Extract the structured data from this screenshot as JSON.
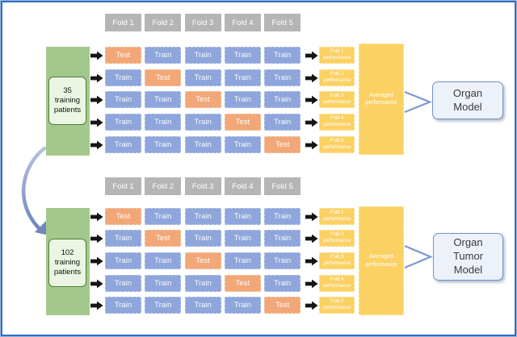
{
  "figure": {
    "description_colors": {
      "frame": "#2E70C5",
      "fold_header_bg": "#B5B5B5",
      "train_bg": "#8EA6DB",
      "test_bg": "#F2A778",
      "performance_bg": "#FBD163",
      "patients_outer_bg": "#A3C88C",
      "patients_inner_bg": "#EAF6E3",
      "patients_inner_border": "#507D33",
      "model_box_bg": "#EDF2FA",
      "model_box_border": "#7191CF",
      "connector_blue": "#7C9AD4",
      "curved_arrow": "#7186BB",
      "black_arrow": "#151515"
    }
  },
  "fold_headers": [
    "Fold 1",
    "Fold 2",
    "Fold 3",
    "Fold 4",
    "Fold 5"
  ],
  "blocks": [
    {
      "patients_label": "35\ntraining\npatients",
      "rows": [
        [
          "Test",
          "Train",
          "Train",
          "Train",
          "Train"
        ],
        [
          "Train",
          "Test",
          "Train",
          "Train",
          "Train"
        ],
        [
          "Train",
          "Train",
          "Test",
          "Train",
          "Train"
        ],
        [
          "Train",
          "Train",
          "Train",
          "Test",
          "Train"
        ],
        [
          "Train",
          "Train",
          "Train",
          "Train",
          "Test"
        ]
      ],
      "fold_performance": [
        "Fold 1\nperformance",
        "Fold 2\nperformance",
        "Fold 3\nperformance",
        "Fold 4\nperformance",
        "Fold 5\nperformance"
      ],
      "averaged_label": "Averaged\nperformance",
      "model_label": "Organ\nModel"
    },
    {
      "patients_label": "102\ntraining\npatients",
      "rows": [
        [
          "Test",
          "Train",
          "Train",
          "Train",
          "Train"
        ],
        [
          "Train",
          "Test",
          "Train",
          "Train",
          "Train"
        ],
        [
          "Train",
          "Train",
          "Test",
          "Train",
          "Train"
        ],
        [
          "Train",
          "Train",
          "Train",
          "Test",
          "Train"
        ],
        [
          "Train",
          "Train",
          "Train",
          "Train",
          "Test"
        ]
      ],
      "fold_performance": [
        "Fold 1\nperformance",
        "Fold 2\nperformance",
        "Fold 3\nperformance",
        "Fold 4\nperformance",
        "Fold 5\nperformance"
      ],
      "averaged_label": "Averaged\nperformance",
      "model_label": "Organ\nTumor\nModel"
    }
  ]
}
